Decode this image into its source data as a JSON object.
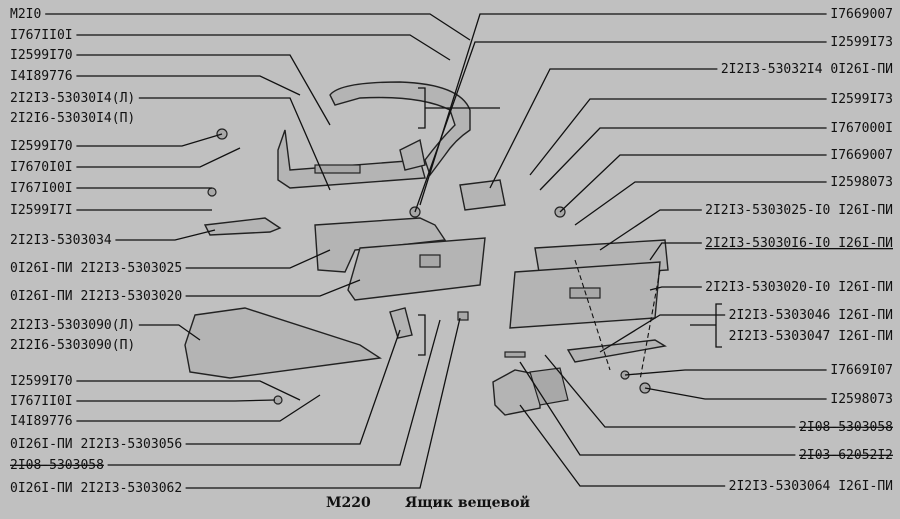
{
  "caption": {
    "code": "M220",
    "title": "Ящик вещевой"
  },
  "left_labels": [
    "M2I0",
    "I767II0I",
    "I2599I70",
    "I4I89776",
    "2I2I3-53030I4(Л)",
    "2I2I6-53030I4(П)",
    "I2599I70",
    "I7670I0I",
    "I767I00I",
    "I2599I7I",
    "2I2I3-5303034",
    "0I26I-ПИ 2I2I3-5303025",
    "0I26I-ПИ 2I2I3-5303020",
    "2I2I3-5303090(Л)",
    "2I2I6-5303090(П)",
    "I2599I70",
    "I767II0I",
    "I4I89776",
    "0I26I-ПИ 2I2I3-5303056",
    "2I08-5303058",
    "0I26I-ПИ 2I2I3-5303062"
  ],
  "right_labels": [
    "I7669007",
    "I2599I73",
    "2I2I3-53032I4 0I26I-ПИ",
    "I2599I73",
    "I767000I",
    "I7669007",
    "I2598073",
    "2I2I3-5303025-I0 I26I-ПИ",
    "2I2I3-53030I6-I0 I26I-ПИ",
    "2I2I3-5303020-I0 I26I-ПИ",
    "2I2I3-5303046 I26I-ПИ",
    "2I2I3-5303047 I26I-ПИ",
    "I7669I07",
    "I2598073",
    "2I08-5303058",
    "2I03-62052I2",
    "2I2I3-5303064 I26I-ПИ"
  ]
}
